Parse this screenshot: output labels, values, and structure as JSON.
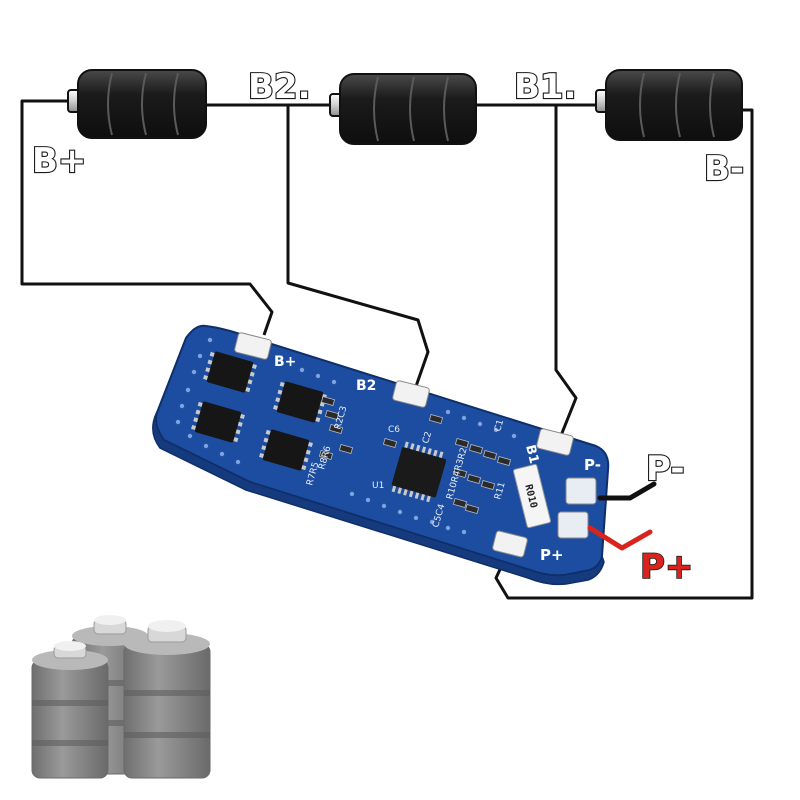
{
  "cell_labels": {
    "b_plus": "B+",
    "b2": "B2.",
    "b1": "B1.",
    "b_minus": "B-"
  },
  "board": {
    "pad_b_plus": "B+",
    "pad_b2": "B2",
    "pad_b1": "B1",
    "pad_p_minus": "P-",
    "pad_p_plus": "P+",
    "ic_label": "U1",
    "cap_c6": "C6",
    "shunt_marking": "R010",
    "res_r11": "R11",
    "group_mid": "R10R4R3R2",
    "group_c5c4": "C5C4",
    "group_left_a": "R8R6",
    "group_left_b": "R7R5",
    "group_c3": "R2C3",
    "group_c2": "C2",
    "group_c1": "C1"
  },
  "output_labels": {
    "p_minus": "P-",
    "p_plus": "P+"
  },
  "colors": {
    "wire": "#111111",
    "pcb": "#1c4da1",
    "pcb_dark": "#153a7e",
    "pad": "#f2f2f2",
    "p_plus_wire": "#d9231d",
    "p_minus_wire": "#111111",
    "battery_body": "#2b2b2b",
    "decor_battery": "#8c8c8c"
  },
  "icons": [
    "battery-cell-icon",
    "battery-group-icon"
  ]
}
